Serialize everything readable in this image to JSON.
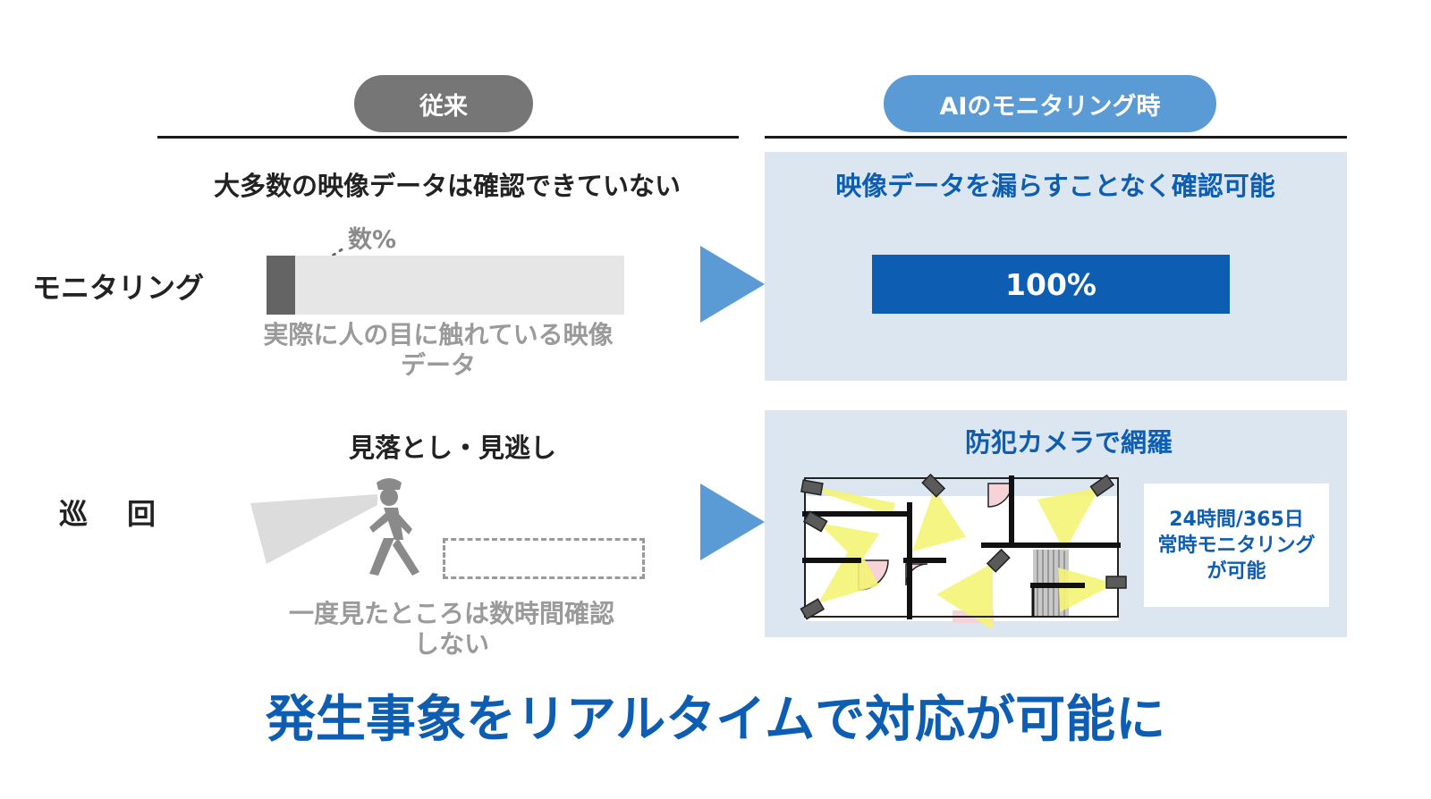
{
  "headers": {
    "left": "従来",
    "right": "AIのモニタリング時"
  },
  "rows": {
    "monitoring": "モニタリング",
    "patrol": "巡　回"
  },
  "traditional": {
    "monitoring_title": "大多数の映像データは確認できていない",
    "few_percent": "数%",
    "seen_caption_line1": "実際に人の目に触れている映像",
    "seen_caption_line2": "データ",
    "patrol_title": "見落とし・見逃し",
    "patrol_caption_line1": "一度見たところは数時間確認",
    "patrol_caption_line2": "しない"
  },
  "ai": {
    "monitoring_title": "映像データを漏らすことなく確認可能",
    "coverage_bar_label": "100%",
    "coverage_fraction": 1.0,
    "patrol_title": "防犯カメラで網羅",
    "note_line1": "24時間/365日",
    "note_line2": "常時モニタリング",
    "note_line3": "が可能"
  },
  "conclusion": "発生事象をリアルタイムで対応が可能に",
  "colors": {
    "accent_blue": "#0d5eb3",
    "light_blue": "#5b9bd5",
    "panel_bg": "#dce6f1",
    "grey_pill": "#767676",
    "camera_fov": "#f4f476"
  },
  "icons": [
    "security-camera-icon",
    "flashlight-beam-icon",
    "walking-guard-icon",
    "play-arrow-icon"
  ]
}
